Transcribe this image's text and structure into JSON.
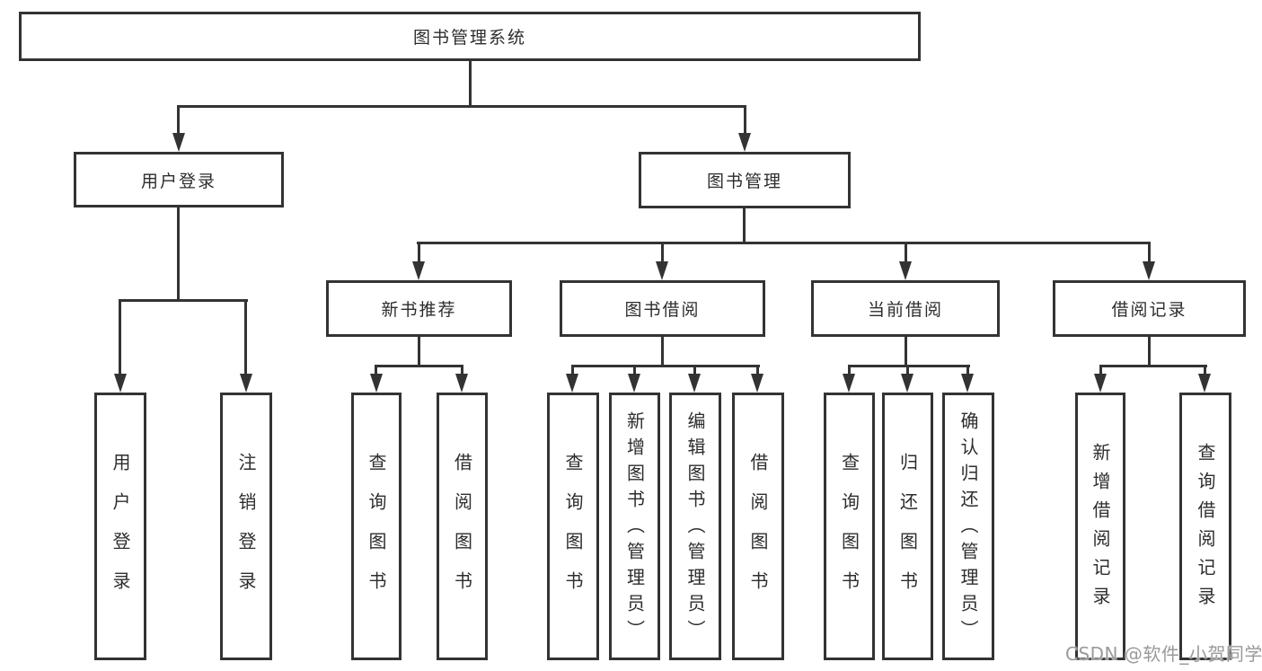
{
  "diagram": {
    "root": "图书管理系统",
    "level2": [
      {
        "label": "用户登录"
      },
      {
        "label": "图书管理"
      }
    ],
    "level3": [
      {
        "label": "新书推荐"
      },
      {
        "label": "图书借阅"
      },
      {
        "label": "当前借阅"
      },
      {
        "label": "借阅记录"
      }
    ],
    "leaves": {
      "user_login": [
        {
          "label": "用户登录"
        },
        {
          "label": "注销登录"
        }
      ],
      "new_book": [
        {
          "label": "查询图书"
        },
        {
          "label": "借阅图书"
        }
      ],
      "borrow": [
        {
          "label": "查询图书"
        },
        {
          "label": "新增图书（管理员）"
        },
        {
          "label": "编辑图书（管理员）"
        },
        {
          "label": "借阅图书"
        }
      ],
      "current": [
        {
          "label": "查询图书"
        },
        {
          "label": "归还图书"
        },
        {
          "label": "确认归还（管理员）"
        }
      ],
      "records": [
        {
          "label": "新增借阅记录"
        },
        {
          "label": "查询借阅记录"
        }
      ]
    }
  },
  "watermark": "CSDN @软件_小贺同学",
  "colors": {
    "line": "#333333",
    "text": "#2d2d2d",
    "background": "#ffffff",
    "watermark": "#9a9a9a"
  }
}
